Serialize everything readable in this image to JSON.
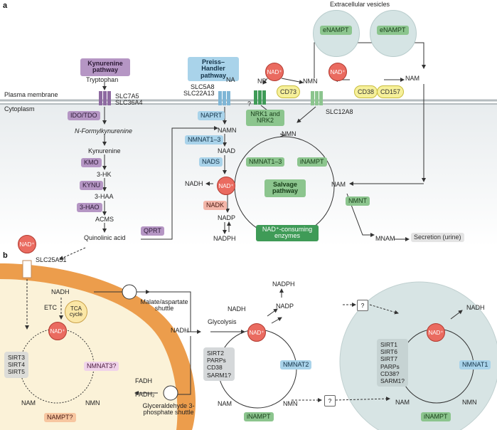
{
  "panel_labels": {
    "a": "a",
    "b": "b"
  },
  "membrane": {
    "plasma": "Plasma membrane",
    "cytoplasm": "Cytoplasm"
  },
  "extracellular": {
    "title": "Extracellular vesicles",
    "vesicle1": "eNAMPT",
    "vesicle2": "eNAMPT"
  },
  "kynurenine": {
    "header": "Kynurenine pathway",
    "tryptophan": "Tryptophan",
    "transporters": "SLC7A5\nSLC36A4",
    "ido": "IDO/TDO",
    "nfk": "N-Formylkynurenine",
    "kyn": "Kynurenine",
    "kmo": "KMO",
    "hk": "3-HK",
    "kynu": "KYNU",
    "haa": "3-HAA",
    "hao": "3-HAO",
    "acms": "ACMS",
    "qa": "Quinolinic acid",
    "qprt": "QPRT"
  },
  "preiss": {
    "header": "Preiss–Handler pathway",
    "na": "NA",
    "transporters": "SLC5A8\nSLC22A13",
    "naprt": "NAPRT",
    "namn": "NAMN",
    "nmnat": "NMNAT1–3",
    "naad": "NAAD",
    "nads": "NADS"
  },
  "salvage": {
    "nad": "NAD⁺",
    "nr": "NR",
    "nmn_out": "NMN",
    "nam_out": "NAM",
    "q": "?",
    "cd73": "CD73",
    "cd38": "CD38",
    "cd157": "CD157",
    "slc12a8": "SLC12A8",
    "nrk": "NRK1 and NRK2",
    "nmn": "NMN",
    "nmnat": "NMNAT1–3",
    "inampt": "iNAMPT",
    "nadh": "NADH",
    "nadk": "NADK",
    "nadp": "NADP",
    "nadph": "NADPH",
    "title": "Salvage pathway",
    "nam": "NAM",
    "nmnt": "NMNT",
    "mnam": "MNAM",
    "secretion": "Secretion (urine)",
    "consuming": "NAD⁺-consuming enzymes"
  },
  "panel_b": {
    "nad": "NAD⁺",
    "slc25a51": "SLC25A51",
    "mito": {
      "nadh": "NADH",
      "etc": "ETC",
      "tca": "TCA cycle",
      "sirts": [
        "SIRT3",
        "SIRT4",
        "SIRT5"
      ],
      "nmnat3": "NMNAT3?",
      "nam": "NAM",
      "nmn": "NMN",
      "nampt": "NAMPT?",
      "fadh": "FADH",
      "fadh2": "FADH₂"
    },
    "shuttles": {
      "malate": "Malate/aspartate shuttle",
      "glycerol": "Glyceraldehyde 3-phosphate shuttle"
    },
    "cyto": {
      "nadh_left": "NADH",
      "glycolysis": "Glycolysis",
      "nadph": "NADPH",
      "nadh": "NADH",
      "nadp": "NADP",
      "list": [
        "SIRT2",
        "PARPs",
        "CD38",
        "SARM1?"
      ],
      "nmnat2": "NMNAT2",
      "nam": "NAM",
      "nmn": "NMN",
      "inampt": "iNAMPT",
      "q": "?"
    },
    "nucleus": {
      "nadh": "NADH",
      "q": "?",
      "list": [
        "SIRT1",
        "SIRT6",
        "SIRT7",
        "PARPs",
        "CD38?",
        "SARM1?"
      ],
      "nmnat1": "NMNAT1",
      "nam": "NAM",
      "nmn": "NMN",
      "inampt": "iNAMPT"
    }
  }
}
